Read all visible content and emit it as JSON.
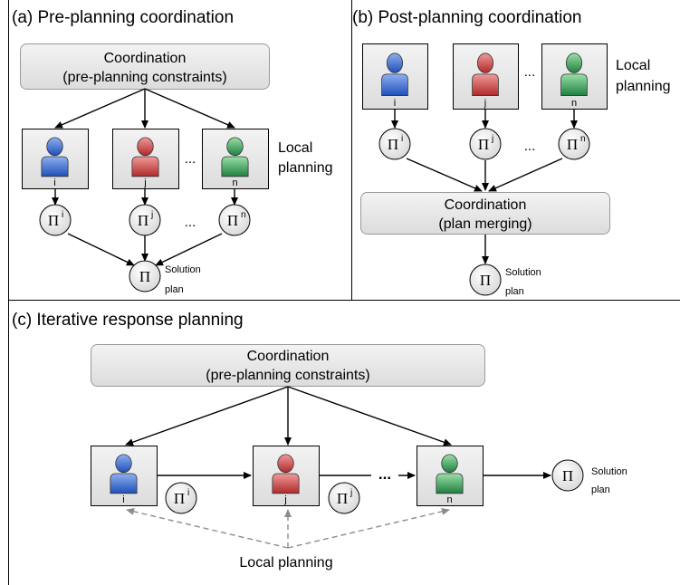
{
  "panels": {
    "a": {
      "title": "(a) Pre-planning coordination",
      "coord_line1": "Coordination",
      "coord_line2": "(pre-planning constraints)",
      "agents": [
        {
          "label": "i",
          "color": "blue"
        },
        {
          "label": "j",
          "color": "red"
        },
        {
          "label": "n",
          "color": "green"
        }
      ],
      "ellipsis": "...",
      "local_line1": "Local",
      "local_line2": "planning",
      "plan_symbol": "Π",
      "plan_sups": [
        "i",
        "j",
        "n"
      ],
      "solution_line1": "Solution",
      "solution_line2": "plan"
    },
    "b": {
      "title": "(b) Post-planning coordination",
      "coord_line1": "Coordination",
      "coord_line2": "(plan merging)",
      "agents": [
        {
          "label": "i",
          "color": "blue"
        },
        {
          "label": "j",
          "color": "red"
        },
        {
          "label": "n",
          "color": "green"
        }
      ],
      "ellipsis": "...",
      "local_line1": "Local",
      "local_line2": "planning",
      "plan_symbol": "Π",
      "plan_sups": [
        "i",
        "j",
        "n"
      ],
      "solution_line1": "Solution",
      "solution_line2": "plan"
    },
    "c": {
      "title": "(c) Iterative response planning",
      "coord_line1": "Coordination",
      "coord_line2": "(pre-planning constraints)",
      "agents": [
        {
          "label": "i",
          "color": "blue"
        },
        {
          "label": "j",
          "color": "red"
        },
        {
          "label": "n",
          "color": "green"
        }
      ],
      "ellipsis": "...",
      "plan_symbol": "Π",
      "plan_sups": [
        "i",
        "j"
      ],
      "local_label": "Local planning",
      "solution_line1": "Solution",
      "solution_line2": "plan"
    }
  },
  "colors": {
    "blue": "#2f63c9",
    "red": "#c73c3c",
    "green": "#2f9a53",
    "box_fill": "#e6e6e6",
    "line": "#000000",
    "dashed": "#8c8c8c"
  }
}
